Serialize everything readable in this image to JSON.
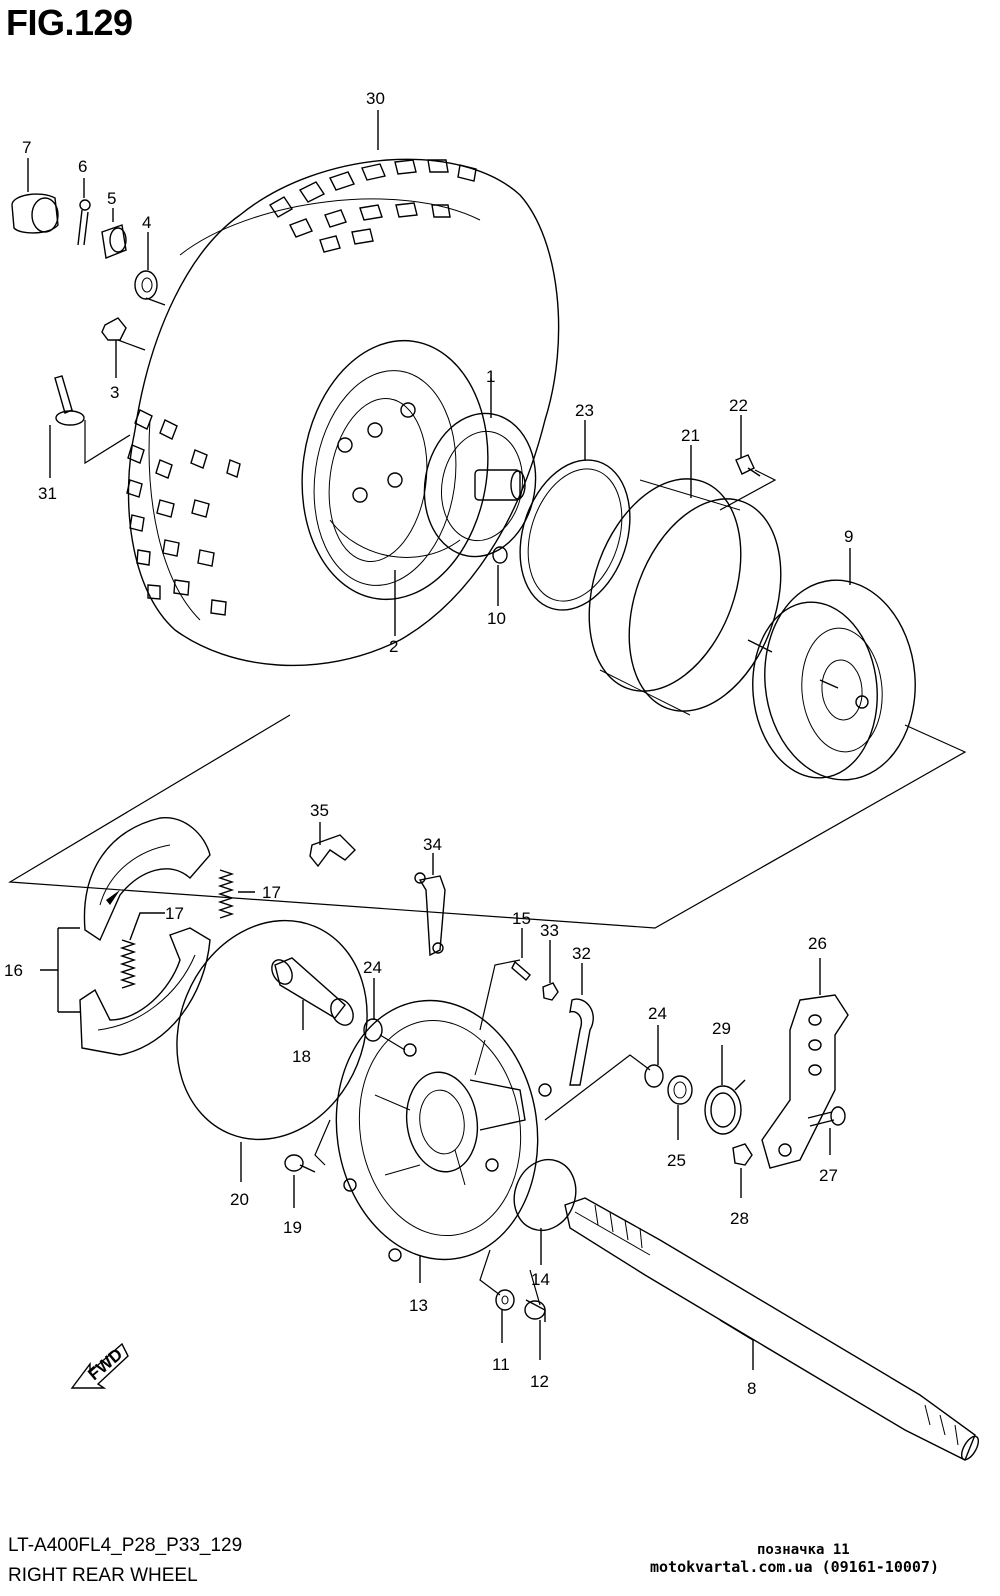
{
  "figure": {
    "title": "FIG.129",
    "model_code": "LT-A400FL4_P28_P33_129",
    "assembly_name": "RIGHT REAR WHEEL"
  },
  "stamp": {
    "label": "позначка 11",
    "site": "motokvartal.com.ua (09161-10007)"
  },
  "fwd_label": "FWD",
  "callouts": {
    "p1": "1",
    "p2": "2",
    "p3": "3",
    "p4": "4",
    "p5": "5",
    "p6": "6",
    "p7": "7",
    "p8": "8",
    "p9": "9",
    "p10": "10",
    "p11": "11",
    "p12": "12",
    "p13": "13",
    "p14": "14",
    "p15": "15",
    "p16": "16",
    "p17a": "17",
    "p17b": "17",
    "p18": "18",
    "p19": "19",
    "p20": "20",
    "p21": "21",
    "p22": "22",
    "p23": "23",
    "p24a": "24",
    "p24b": "24",
    "p25": "25",
    "p26": "26",
    "p27": "27",
    "p28": "28",
    "p29": "29",
    "p30": "30",
    "p31": "31",
    "p32": "32",
    "p33": "33",
    "p34": "34",
    "p35": "35"
  }
}
